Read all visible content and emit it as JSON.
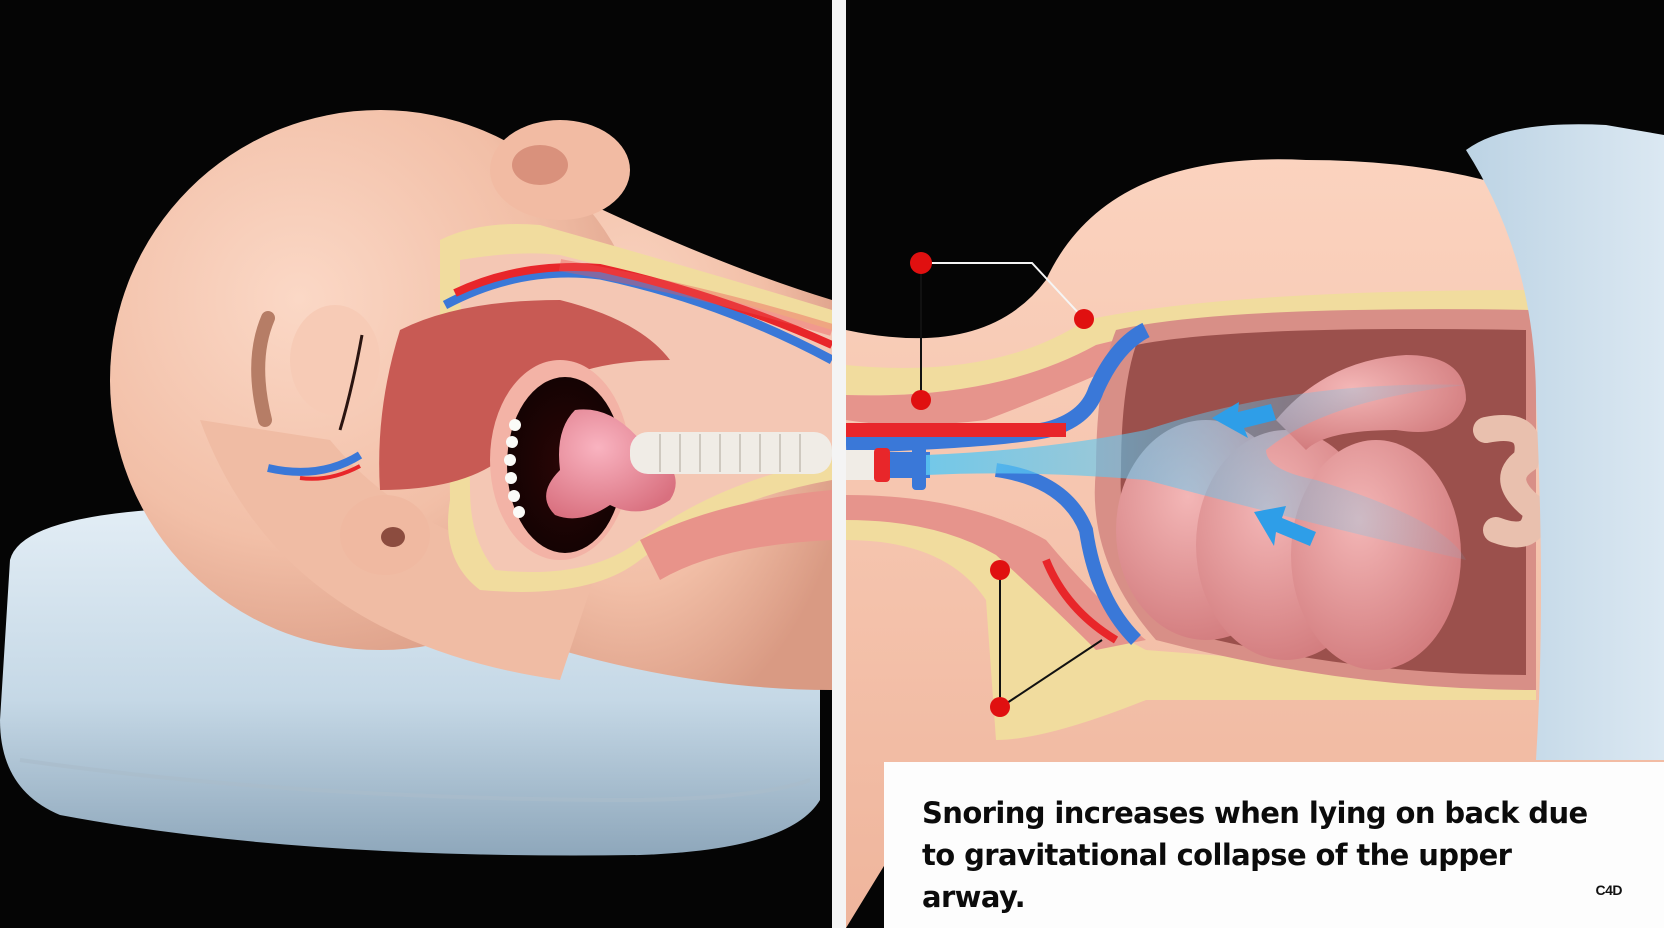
{
  "illustration": {
    "left_panel": {
      "subject": "sleeping-head-cross-section-on-pillow",
      "elements": [
        "head",
        "closed-eye",
        "eyebrow",
        "ear",
        "nose",
        "sagittal-cutaway",
        "nasal-passage",
        "tongue",
        "teeth",
        "airway-tube",
        "blood-vessels",
        "pillow"
      ]
    },
    "right_panel": {
      "subject": "neck-and-chest-airway-cross-section",
      "elements": [
        "airway",
        "blood-vessels",
        "lungs",
        "airflow-stream",
        "airflow-arrows",
        "callout-markers",
        "blanket"
      ],
      "callout_count": 5,
      "arrow_count": 2
    }
  },
  "caption": {
    "text": "Snoring increases when lying on back due to gravitational collapse of the upper arway.",
    "credit": "C4D"
  },
  "colors": {
    "background": "#000000",
    "divider": "#f4f4f4",
    "skin": "#f3c3ac",
    "fat_layer": "#f1dc9e",
    "artery": "#e8262a",
    "vein": "#3a78d8",
    "airflow": "#46b8f0",
    "callout": "#e01010",
    "pillow": "#c9dbe8",
    "caption_bg": "#fdfdfd",
    "caption_text": "#0b0b0b"
  }
}
